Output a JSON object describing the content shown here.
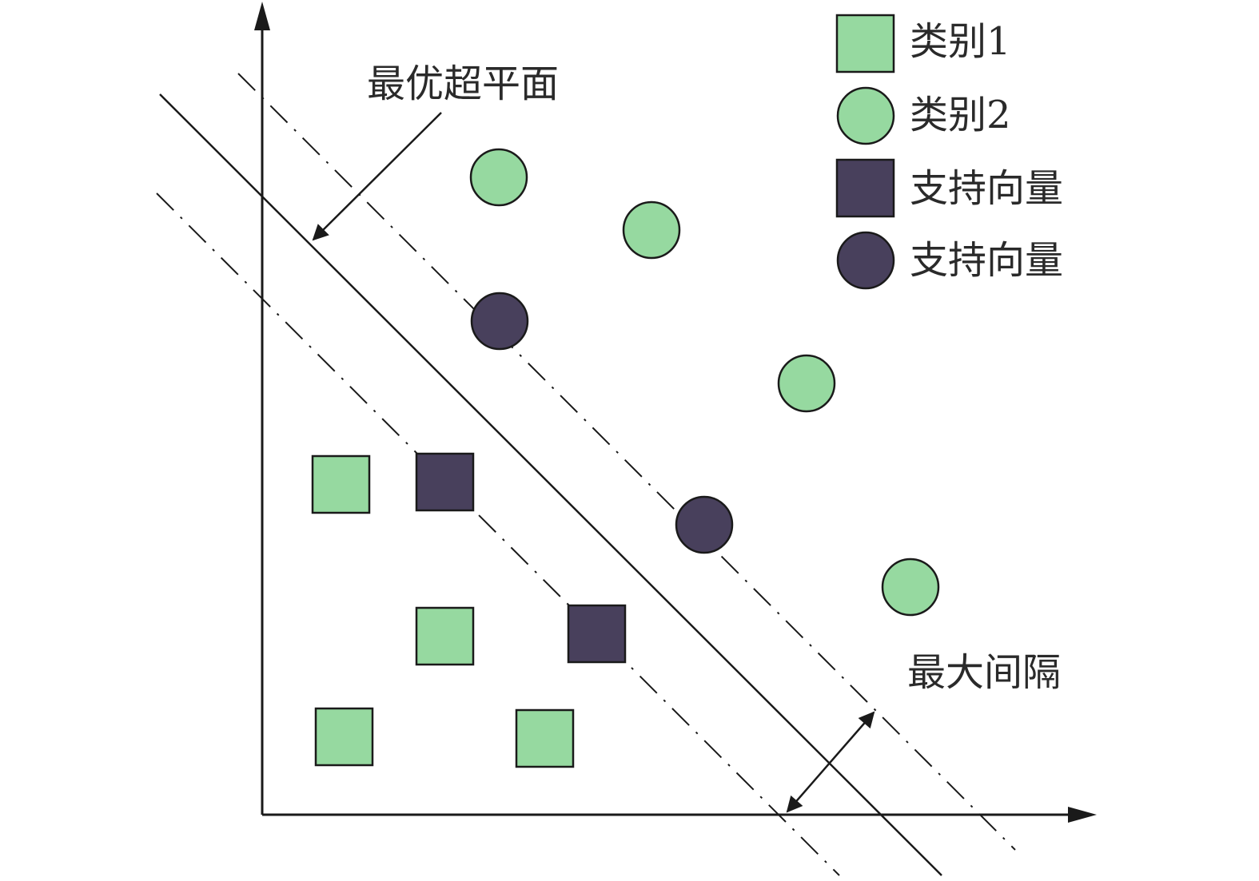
{
  "labels": {
    "optimal_hyperplane": "最优超平面",
    "max_margin": "最大间隔"
  },
  "legend": [
    {
      "shape": "square",
      "kind": "class1",
      "label": "类别1"
    },
    {
      "shape": "circle",
      "kind": "class2",
      "label": "类别2"
    },
    {
      "shape": "square",
      "kind": "support",
      "label": "支持向量"
    },
    {
      "shape": "circle",
      "kind": "support",
      "label": "支持向量"
    }
  ],
  "colors": {
    "class_fill": "#96d9a0",
    "support_fill": "#48405c",
    "stroke": "#1a1a1a"
  }
}
